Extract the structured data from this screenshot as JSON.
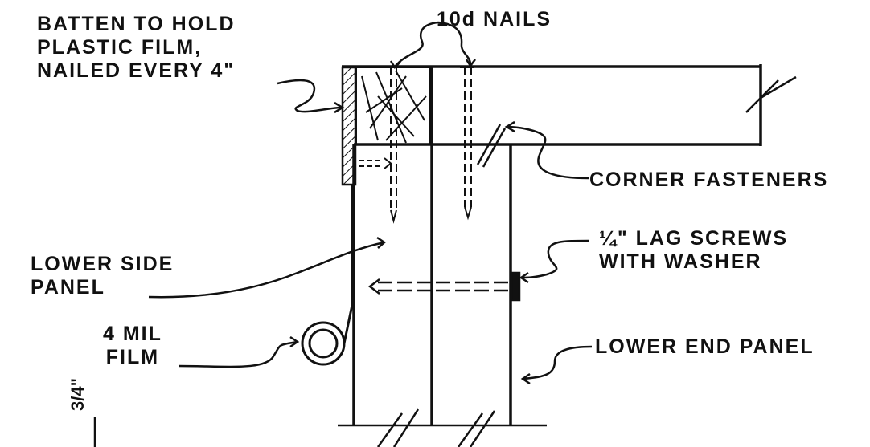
{
  "labels": {
    "batten_line1": "BATTEN TO HOLD",
    "batten_line2": "PLASTIC FILM,",
    "batten_line3": "NAILED EVERY 4\"",
    "nails": "10d NAILS",
    "corner_fasteners": "CORNER FASTENERS",
    "lag_line1": "¼\" LAG SCREWS",
    "lag_line2": "WITH WASHER",
    "side_panel_line1": "LOWER SIDE",
    "side_panel_line2": "PANEL",
    "film_line1": "4 MIL",
    "film_line2": "FILM",
    "end_panel": "LOWER END PANEL",
    "dimension": "3/4\""
  },
  "colors": {
    "ink": "#111111",
    "paper": "#ffffff"
  }
}
